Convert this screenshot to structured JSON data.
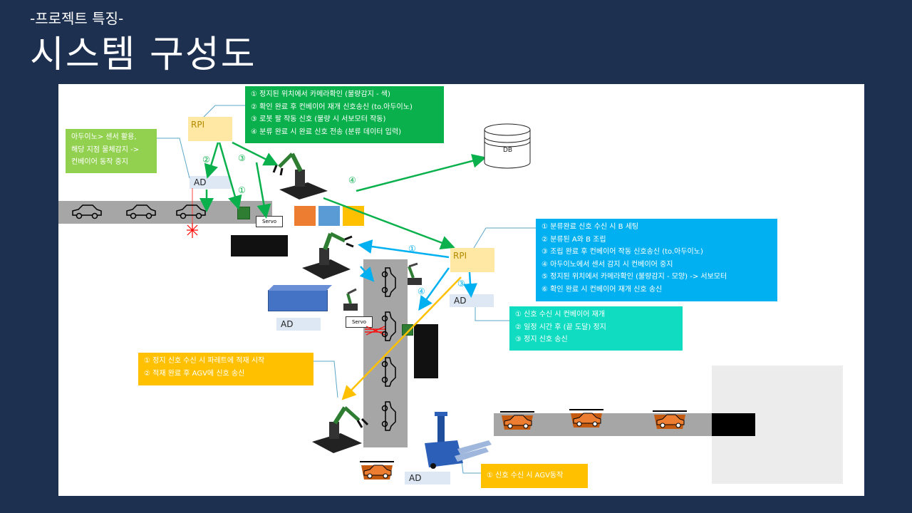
{
  "header": {
    "subtitle": "-프로젝트 특징-",
    "title": "시스템 구성도"
  },
  "colors": {
    "background": "#1e3050",
    "green": "#09b04b",
    "blue": "#00b0f0",
    "teal": "#0fdcc0",
    "yellow": "#ffc000",
    "lightgreen": "#92d050"
  },
  "labels": {
    "rpi_top": "RPI",
    "rpi_mid": "RPI",
    "ad_top": "AD",
    "ad_left": "AD",
    "ad_right": "AD",
    "ad_bottom": "AD",
    "servo_top": "Servo",
    "servo_mid": "Servo",
    "db": "DB"
  },
  "steps": {
    "s1": "①",
    "s2": "②",
    "s3": "③",
    "s4": "④"
  },
  "box_arduino": {
    "lines": [
      "아두이노> 센서 활용,",
      "해당 지점 물체감지 ->",
      "컨베이어 동작 중지"
    ]
  },
  "box_green": {
    "lines": [
      "① 정지된 위치에서 카메라확인 (불량감지 - 색)",
      "② 확인 완료 후 컨베이어 재개 신호송신 (to.아두이노)",
      "③ 로봇 팔 작동 신호 (불량 시 서보모터 작동)",
      "④ 분류 완료 시 완료 신호 전송 (분류 데이터 입력)"
    ]
  },
  "box_blue": {
    "lines": [
      "① 분류완료 신호 수신 시 B 세팅",
      "② 분류된 A와 B 조립",
      "③ 조립 완료 후 컨베이어 작동 신호송신 (to.아두이노)",
      "④ 아두이노에서 센서 감지 시 컨베이어 중지",
      "⑤ 정지된 위치에서 카메라확인 (불량감지 - 모양) -> 서보모터",
      "⑥ 확인 완료 시 컨베이어 재개 신호 송신"
    ]
  },
  "box_teal": {
    "lines": [
      "① 신호 수신 시 컨베이어 재개",
      "② 일정 시간 후 (끝 도달) 정지",
      "③ 정지 신호 송신"
    ]
  },
  "box_yellow": {
    "lines": [
      "① 정지 신호 수신 시 파레트에 적재 시작",
      "② 적재 완료 후 AGV에 신호 송신"
    ]
  },
  "box_agv": {
    "lines": [
      "① 신호 수신 시 AGV동작"
    ]
  }
}
